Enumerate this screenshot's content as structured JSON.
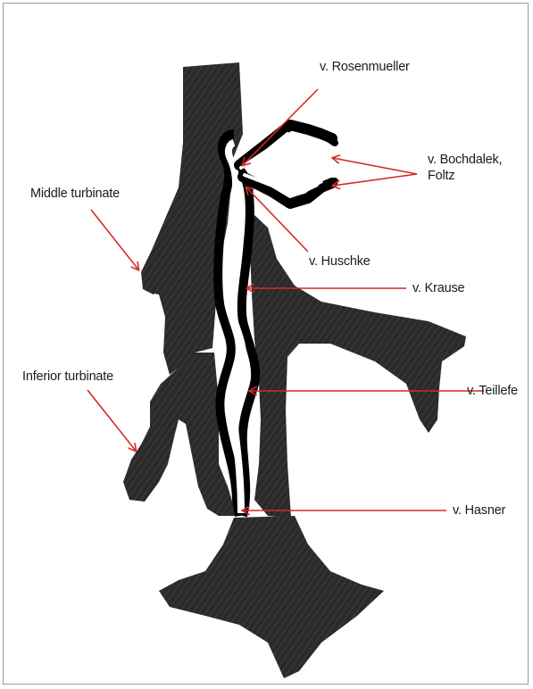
{
  "figure": {
    "labels": {
      "rosenmueller": "v. Rosenmueller",
      "bochdalek_line1": "v. Bochdalek,",
      "bochdalek_line2": "Foltz",
      "middle_turbinate": "Middle turbinate",
      "huschke": "v. Huschke",
      "krause": "v. Krause",
      "inferior_turbinate": "Inferior turbinate",
      "teillefe": "v. Teillefe",
      "hasner": "v. Hasner"
    },
    "colors": {
      "tissue": "#2b2b2b",
      "duct": "#000000",
      "arrow": "#d42a2a"
    }
  }
}
